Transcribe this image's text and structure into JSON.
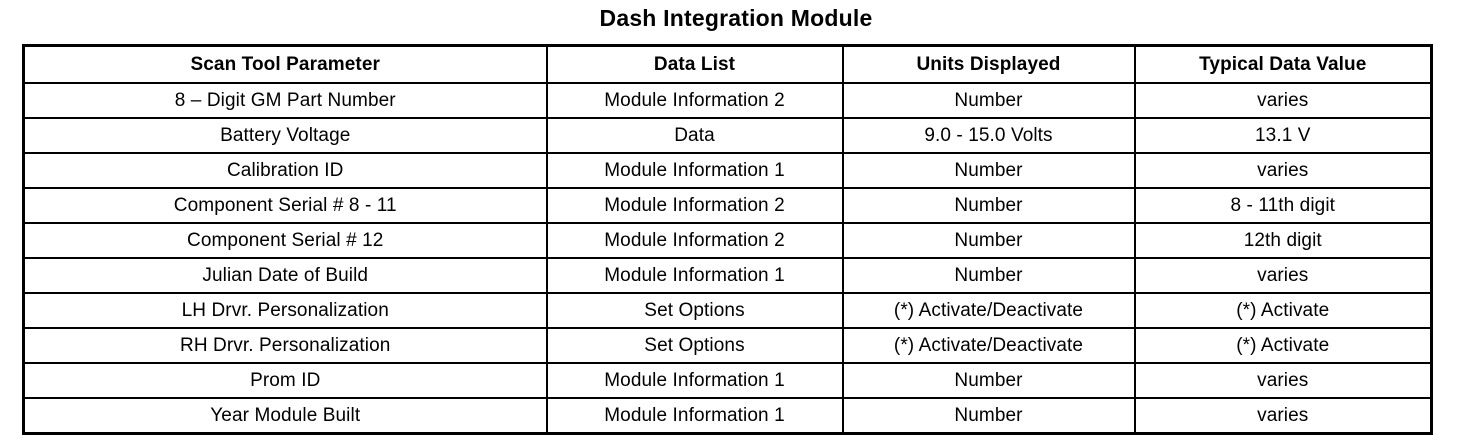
{
  "document": {
    "title": "Dash Integration Module"
  },
  "table": {
    "columns": [
      "Scan Tool Parameter",
      "Data List",
      "Units Displayed",
      "Typical Data Value"
    ],
    "rows": [
      {
        "parameter": "8 – Digit GM Part Number",
        "data_list": "Module Information 2",
        "units": "Number",
        "typical": "varies"
      },
      {
        "parameter": "Battery Voltage",
        "data_list": "Data",
        "units": "9.0 -  15.0 Volts",
        "typical": "13.1 V"
      },
      {
        "parameter": "Calibration ID",
        "data_list": "Module Information 1",
        "units": "Number",
        "typical": "varies"
      },
      {
        "parameter": "Component Serial # 8 - 11",
        "data_list": "Module Information 2",
        "units": "Number",
        "typical": "8 - 11th  digit"
      },
      {
        "parameter": "Component Serial # 12",
        "data_list": "Module Information 2",
        "units": "Number",
        "typical": "12th  digit"
      },
      {
        "parameter": "Julian Date of Build",
        "data_list": "Module Information 1",
        "units": "Number",
        "typical": "varies"
      },
      {
        "parameter": "LH Drvr. Personalization",
        "data_list": "Set Options",
        "units": "(*) Activate/Deactivate",
        "typical": "(*) Activate"
      },
      {
        "parameter": "RH Drvr. Personalization",
        "data_list": "Set Options",
        "units": "(*) Activate/Deactivate",
        "typical": "(*) Activate"
      },
      {
        "parameter": "Prom ID",
        "data_list": "Module Information 1",
        "units": "Number",
        "typical": "varies"
      },
      {
        "parameter": "Year Module Built",
        "data_list": "Module Information 1",
        "units": "Number",
        "typical": "varies"
      }
    ]
  },
  "colors": {
    "text": "#000000",
    "background": "#ffffff",
    "border": "#000000"
  }
}
